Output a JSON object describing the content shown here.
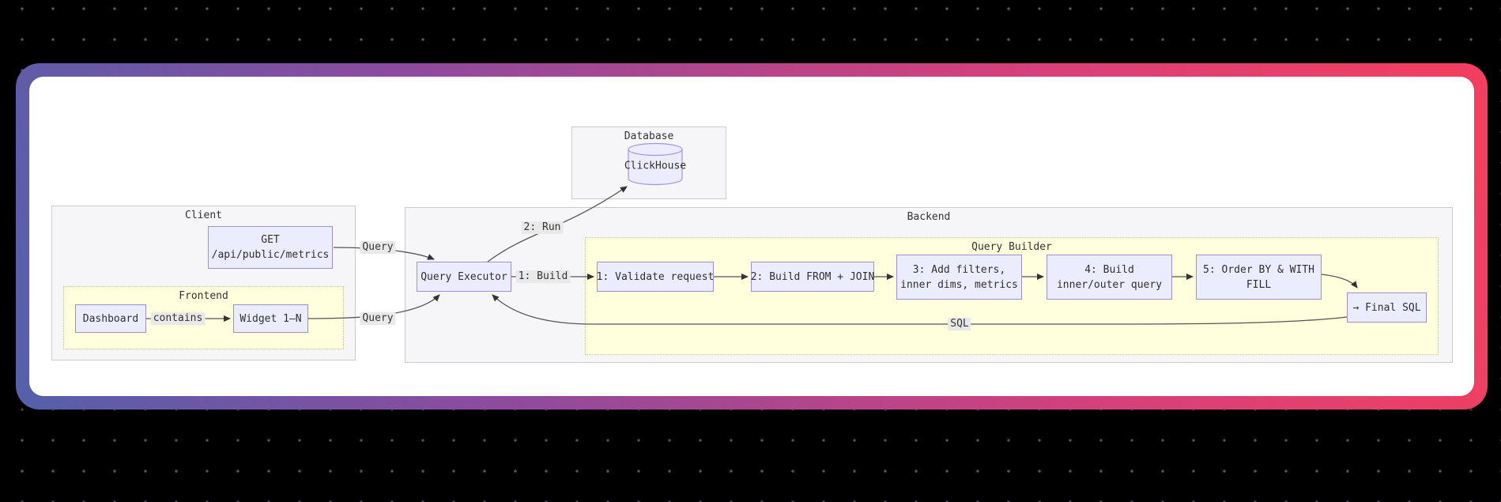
{
  "diagram": {
    "clusters": {
      "database": {
        "title": "Database"
      },
      "client": {
        "title": "Client"
      },
      "frontend": {
        "title": "Frontend"
      },
      "backend": {
        "title": "Backend"
      },
      "query_builder": {
        "title": "Query Builder"
      }
    },
    "nodes": {
      "clickhouse": {
        "label": "ClickHouse"
      },
      "get_api": {
        "line1": "GET",
        "line2": "/api/public/metrics"
      },
      "dashboard": {
        "label": "Dashboard"
      },
      "widget": {
        "label": "Widget 1–N"
      },
      "query_executor": {
        "label": "Query Executor"
      },
      "step1": {
        "label": "1: Validate request"
      },
      "step2": {
        "label": "2: Build FROM + JOIN"
      },
      "step3": {
        "line1": "3: Add filters,",
        "line2": "inner dims, metrics"
      },
      "step4": {
        "line1": "4: Build",
        "line2": "inner/outer query"
      },
      "step5": {
        "line1": "5: Order BY & WITH",
        "line2": "FILL"
      },
      "final_sql": {
        "label": "→ Final SQL"
      }
    },
    "edge_labels": {
      "query_top": "Query",
      "query_bottom": "Query",
      "run": "2: Run",
      "build": "1: Build",
      "contains": "contains",
      "sql": "SQL"
    },
    "colors": {
      "background": "#000000",
      "dot": "#55555e",
      "card_gradient_start": "#5560ab",
      "card_gradient_mid": "#8c4b9f",
      "card_gradient_end": "#f43f5e",
      "node_fill": "#ECECFF",
      "node_border": "#9f8fd1",
      "cluster_gray_fill": "#f6f6f9",
      "cluster_yellow_fill": "#ffffde",
      "edge_stroke": "#555555",
      "edge_label_bg": "#e9e9e9"
    }
  }
}
